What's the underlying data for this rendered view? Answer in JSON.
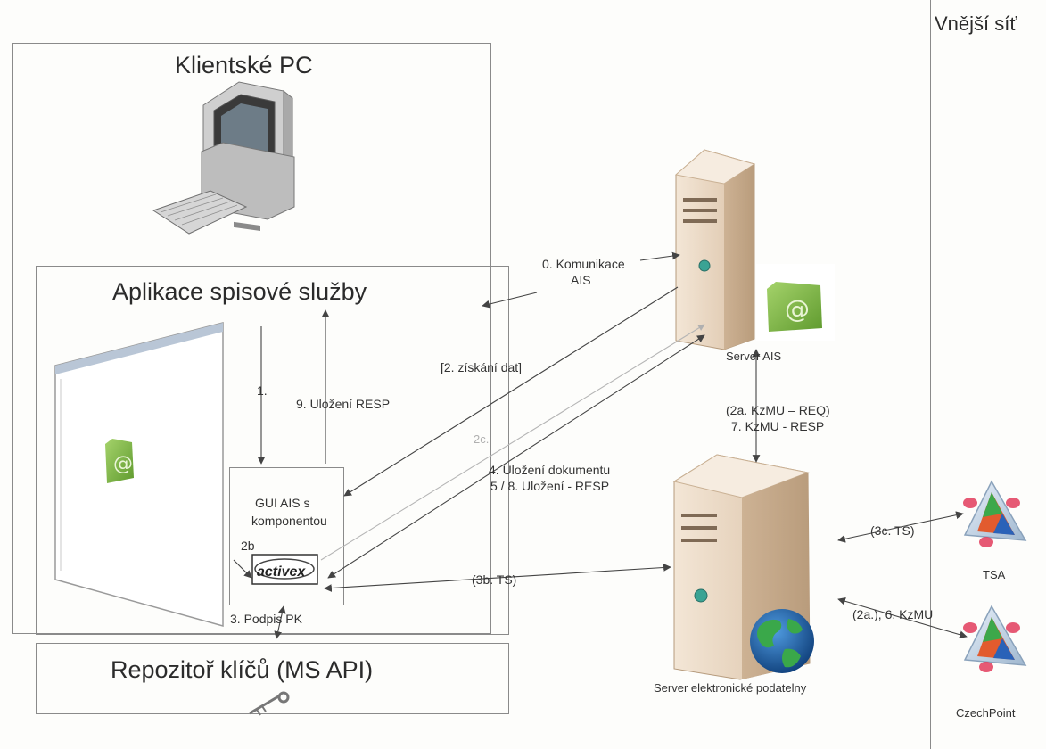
{
  "external_network": {
    "title": "Vnější síť"
  },
  "client_pc": {
    "title": "Klientské PC"
  },
  "app": {
    "title": "Aplikace spisové služby"
  },
  "gui": {
    "line1": "GUI AIS s",
    "line2": "komponentou"
  },
  "activex": {
    "logo_text": "activex"
  },
  "repository": {
    "title": "Repozitoř klíčů (MS API)"
  },
  "server_ais": {
    "name": "Server AIS"
  },
  "server_podatelna": {
    "name": "Server elektronické podatelny"
  },
  "tsa": {
    "name": "TSA"
  },
  "czechpoint": {
    "name": "CzechPoint"
  },
  "arrows": {
    "komunikace_line1": "0. Komunikace",
    "komunikace_line2": "AIS",
    "step1": "1.",
    "ziskani": "[2. získání dat]",
    "ulozeni_resp": "9. Uložení RESP",
    "step2c": "2c.",
    "ulozeni_dok": "4. Uložení dokumentu",
    "ulozeni_resp58": "5 / 8. Uložení - RESP",
    "step2b": "2b",
    "podpis": "3. Podpis PK",
    "ts3b": "(3b. TS)",
    "ts3c": "(3c. TS)",
    "kzmu_req": "(2a. KzMU – REQ)",
    "kzmu_resp": "7. KzMU - RESP",
    "kzmu6": "(2a.), 6. KzMU"
  },
  "colors": {
    "server_body": "#ecd9c3",
    "monitor_body": "#d9d9d9",
    "folder_green": "#7cb342",
    "globe_blue": "#1e5fa8",
    "line": "#555555"
  }
}
